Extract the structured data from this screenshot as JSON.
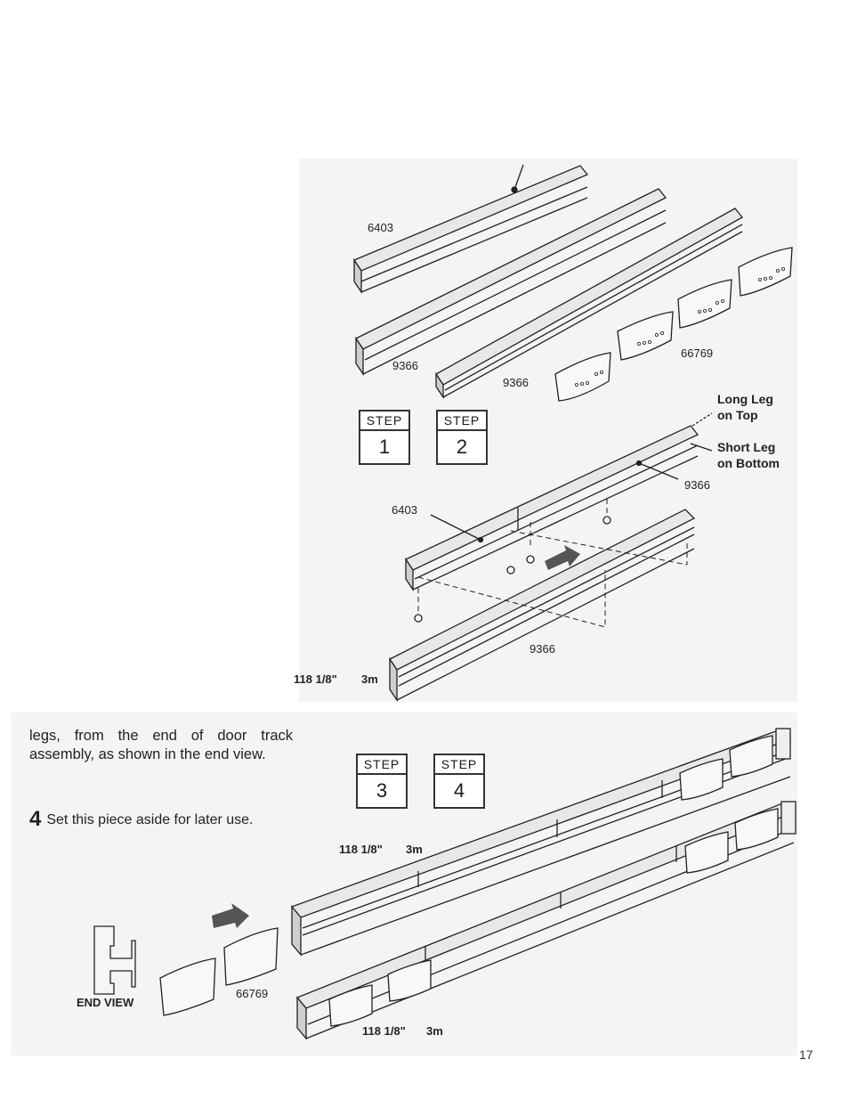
{
  "figure1": {
    "labels": {
      "part_6403_top": "6403",
      "part_9366_a": "9366",
      "part_9366_b": "9366",
      "part_66769": "66769",
      "long_leg": "Long Leg",
      "on_top": "on Top",
      "short_leg": "Short Leg",
      "on_bottom": "on Bottom",
      "part_9366_c": "9366",
      "part_6403_mid": "6403",
      "part_9366_d": "9366",
      "length_in": "118 1/8\"",
      "length_m": "3m"
    }
  },
  "steps_fig1": [
    {
      "word": "STEP",
      "num": "1"
    },
    {
      "word": "STEP",
      "num": "2"
    }
  ],
  "steps_fig2": [
    {
      "word": "STEP",
      "num": "3"
    },
    {
      "word": "STEP",
      "num": "4"
    }
  ],
  "figure2": {
    "labels": {
      "length_top_in": "118 1/8\"",
      "length_top_m": "3m",
      "length_bottom_in": "118 1/8\"",
      "length_bottom_m": "3m",
      "part_66769": "66769",
      "end_view": "END VIEW"
    }
  },
  "instructions": {
    "continuation": "legs, from the end of door track assembly, as shown in the end view.",
    "step4_num": "4",
    "step4_text": "Set this piece aside for later use."
  },
  "page_number": "17"
}
